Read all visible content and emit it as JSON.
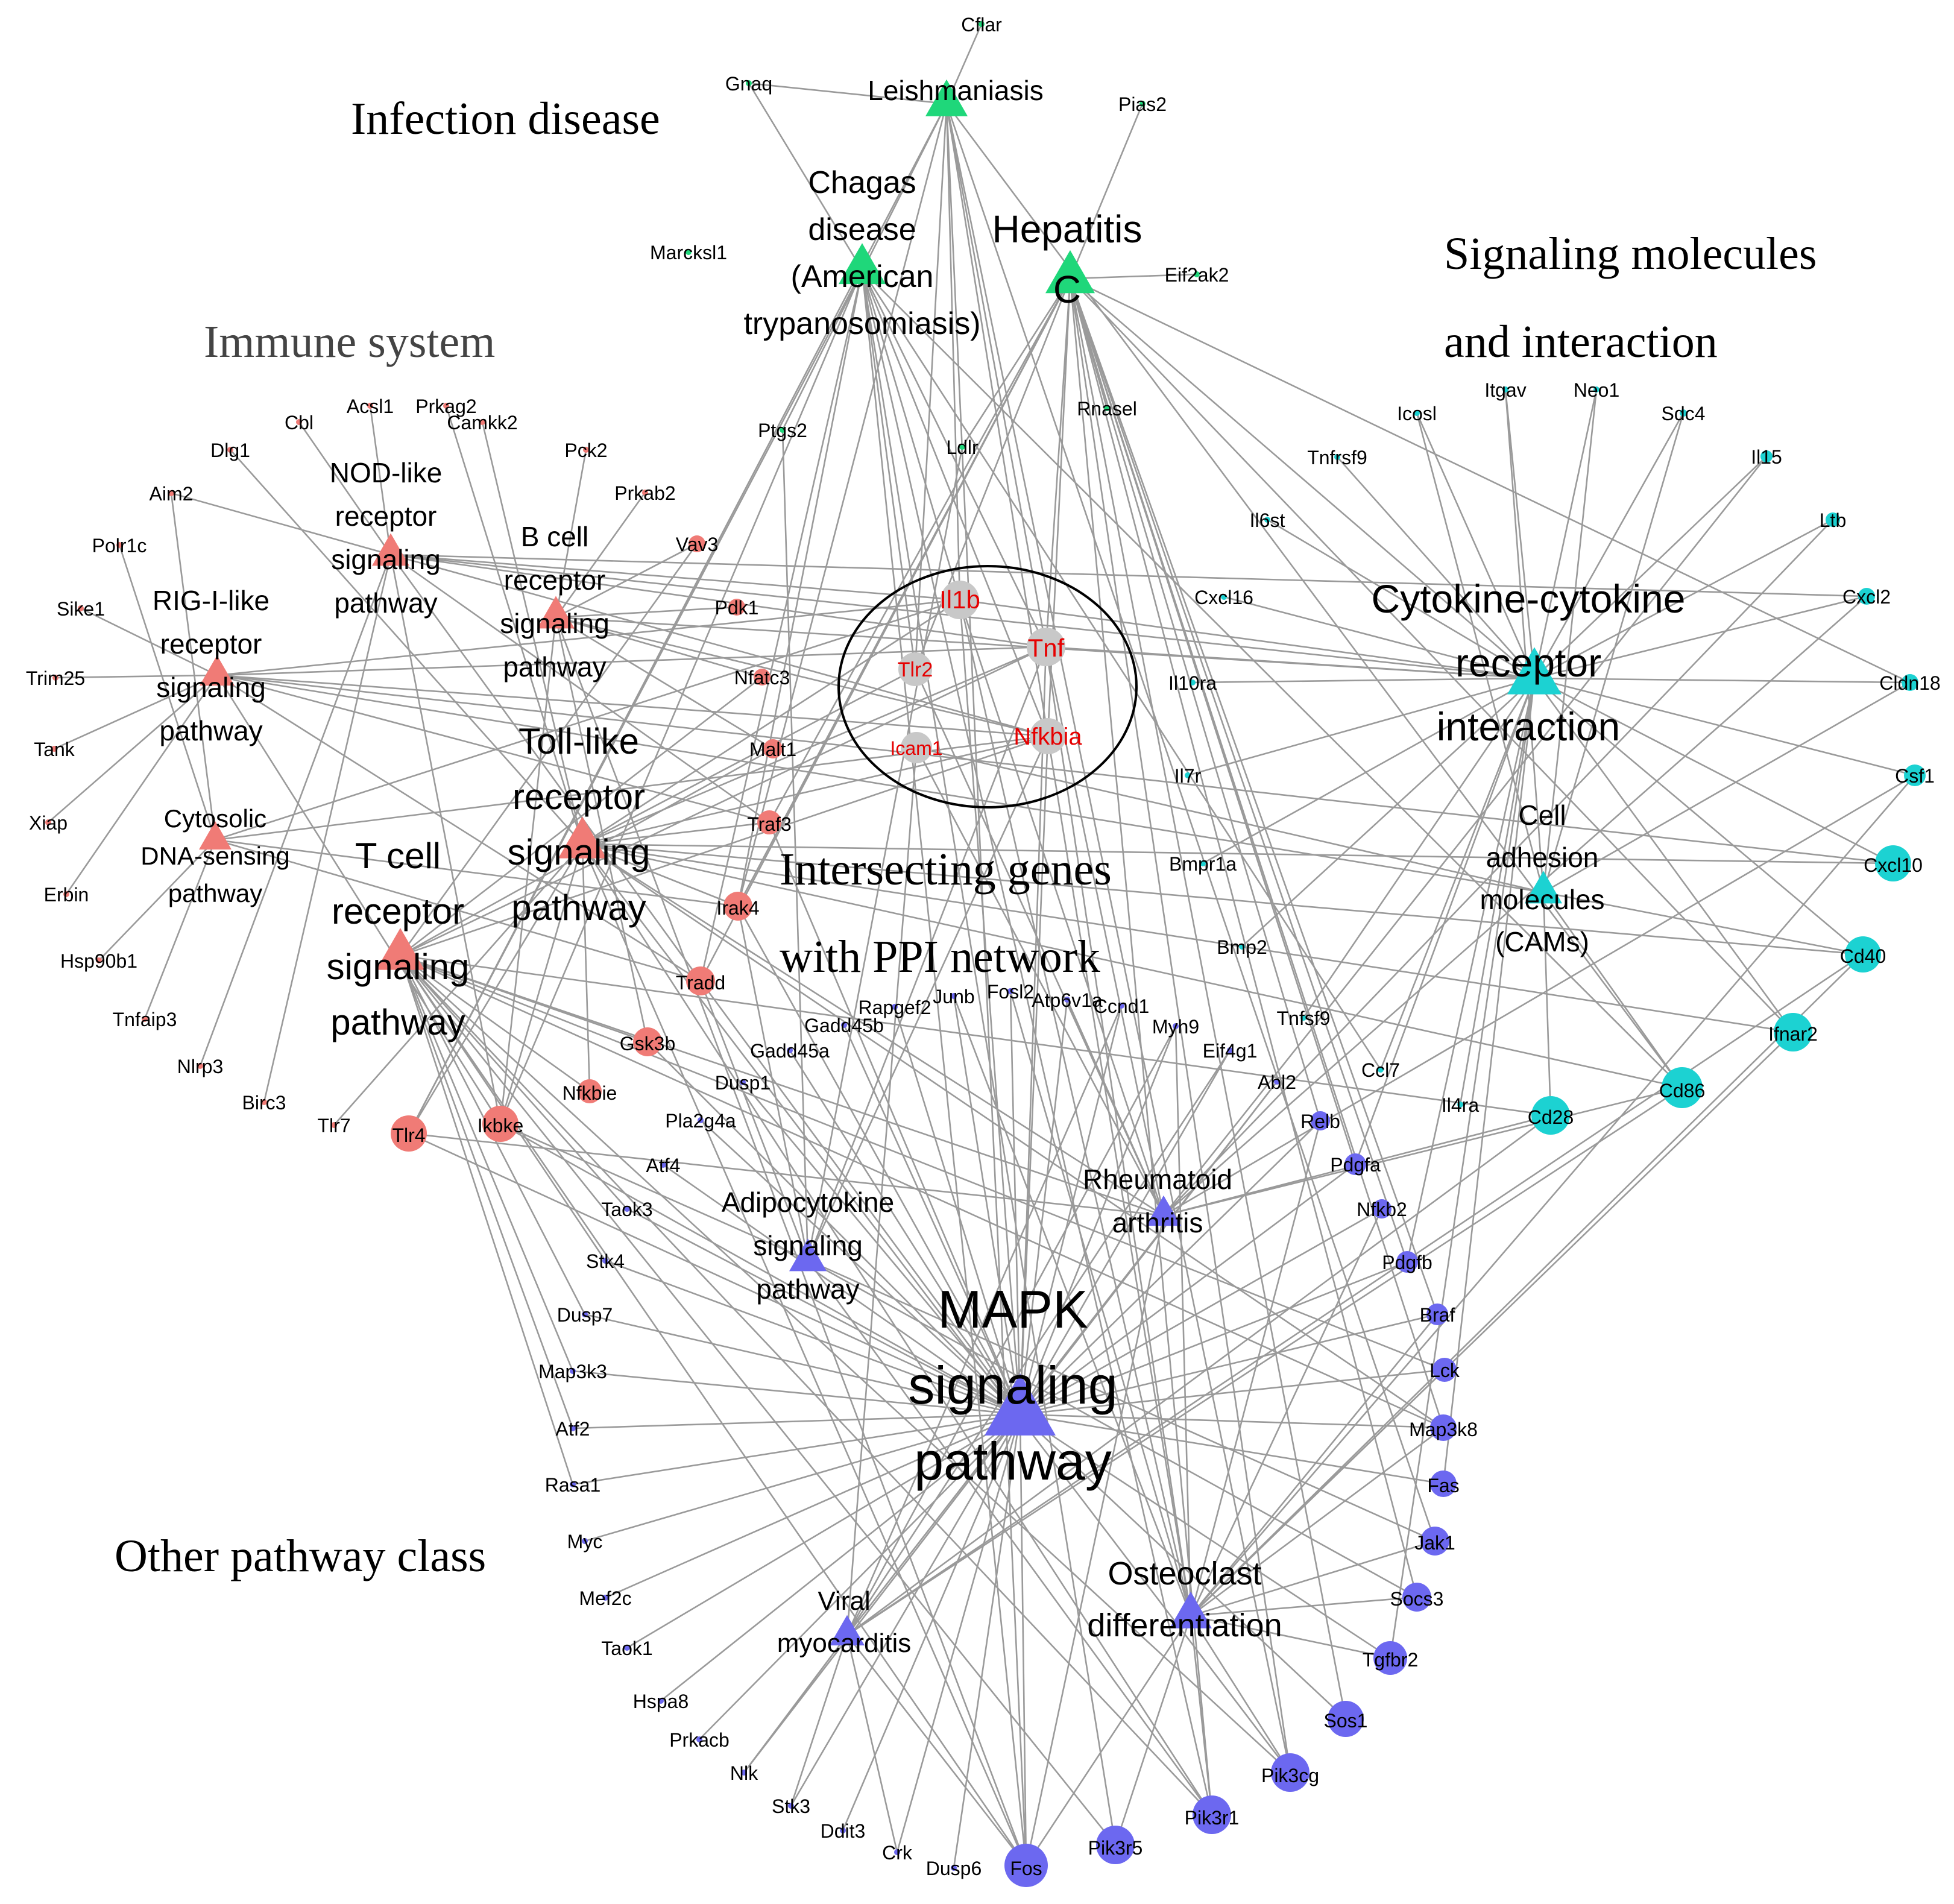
{
  "colors": {
    "immune": "#f07b76",
    "infection": "#1fd77a",
    "signaling": "#1cd2d2",
    "other": "#6c68f0",
    "core": "#c8c8c8",
    "core_text": "#e60000",
    "edge": "#9a9a9a"
  },
  "group_labels": [
    {
      "id": "infection",
      "text": "Infection disease"
    },
    {
      "id": "immune",
      "text": "Immune system"
    },
    {
      "id": "signaling_1",
      "text": "Signaling molecules"
    },
    {
      "id": "signaling_2",
      "text": "and interaction"
    },
    {
      "id": "intersect_1",
      "text": "Intersecting genes"
    },
    {
      "id": "intersect_2",
      "text": "with PPI network"
    },
    {
      "id": "other",
      "text": "Other pathway class"
    }
  ],
  "pathways": [
    {
      "id": "leishmaniasis",
      "group": "infection",
      "lines": [
        "Leishmaniasis"
      ]
    },
    {
      "id": "chagas",
      "group": "infection",
      "lines": [
        "Chagas",
        "disease",
        "(American",
        "trypanosomiasis)"
      ]
    },
    {
      "id": "hepatitis_c",
      "group": "infection",
      "lines": [
        "Hepatitis",
        "C"
      ]
    },
    {
      "id": "nod_like",
      "group": "immune",
      "lines": [
        "NOD-like",
        "receptor",
        "signaling",
        "pathway"
      ]
    },
    {
      "id": "b_cell",
      "group": "immune",
      "lines": [
        "B cell",
        "receptor",
        "signaling",
        "pathway"
      ]
    },
    {
      "id": "rig_i",
      "group": "immune",
      "lines": [
        "RIG-I-like",
        "receptor",
        "signaling",
        "pathway"
      ]
    },
    {
      "id": "cytosolic",
      "group": "immune",
      "lines": [
        "Cytosolic",
        "DNA-sensing",
        "pathway"
      ]
    },
    {
      "id": "toll_like",
      "group": "immune",
      "lines": [
        "Toll-like",
        "receptor",
        "signaling",
        "pathway"
      ]
    },
    {
      "id": "t_cell",
      "group": "immune",
      "lines": [
        "T cell",
        "receptor",
        "signaling",
        "pathway"
      ]
    },
    {
      "id": "cytokine",
      "group": "signaling",
      "lines": [
        "Cytokine-cytokine",
        "receptor",
        "interaction"
      ]
    },
    {
      "id": "cams",
      "group": "signaling",
      "lines": [
        "Cell",
        "adhesion",
        "molecules",
        "(CAMs)"
      ]
    },
    {
      "id": "adipocytokine",
      "group": "other",
      "lines": [
        "Adipocytokine",
        "signaling",
        "pathway"
      ]
    },
    {
      "id": "rheumatoid",
      "group": "other",
      "lines": [
        "Rheumatoid",
        "arthritis"
      ]
    },
    {
      "id": "mapk",
      "group": "other",
      "lines": [
        "MAPK",
        "signaling",
        "pathway"
      ]
    },
    {
      "id": "osteoclast",
      "group": "other",
      "lines": [
        "Osteoclast",
        "differentiation"
      ]
    },
    {
      "id": "viral",
      "group": "other",
      "lines": [
        "Viral",
        "myocarditis"
      ]
    }
  ],
  "core_genes": [
    "Il1b",
    "Tnf",
    "Tlr2",
    "Icam1",
    "Nfkbia"
  ],
  "infection_genes": [
    "Cflar",
    "Gnaq",
    "Pias2",
    "Marcksl1",
    "Eif2ak2",
    "Rnasel",
    "Ptgs2",
    "Ldlr"
  ],
  "immune_genes": [
    "Acsl1",
    "Prkag2",
    "Camkk2",
    "Cbl",
    "Dlg1",
    "Pck2",
    "Aim2",
    "Prkab2",
    "Polr1c",
    "Vav3",
    "Sike1",
    "Pdk1",
    "Trim25",
    "Nfatc3",
    "Tank",
    "Malt1",
    "Xiap",
    "Traf3",
    "Erbin",
    "Irak4",
    "Hsp90b1",
    "Tradd",
    "Tnfaip3",
    "Gsk3b",
    "Nlrp3",
    "Birc3",
    "Tlr7",
    "Tlr4",
    "Ikbke",
    "Nfkbie"
  ],
  "signaling_genes": [
    "Icosl",
    "Itgav",
    "Neo1",
    "Sdc4",
    "Tnfrsf9",
    "Il15",
    "Il6st",
    "Ltb",
    "Cxcl16",
    "Cxcl2",
    "Il10ra",
    "Cldn18",
    "Csf1",
    "Il7r",
    "Bmpr1a",
    "Cxcl10",
    "Bmp2",
    "Cd40",
    "Ifnar2",
    "Tnfsf9",
    "Ccl7",
    "Cd86",
    "Il4ra",
    "Cd28"
  ],
  "other_genes": [
    "Rapgef2",
    "Junb",
    "Fosl2",
    "Atp6v1a",
    "Ccnd1",
    "Gadd45b",
    "Myh9",
    "Gadd45a",
    "Eif4g1",
    "Dusp1",
    "Abl2",
    "Pla2g4a",
    "Relb",
    "Atf4",
    "Pdgfa",
    "Taok3",
    "Nfkb2",
    "Stk4",
    "Pdgfb",
    "Dusp7",
    "Braf",
    "Map3k3",
    "Lck",
    "Atf2",
    "Map3k8",
    "Rasa1",
    "Fas",
    "Myc",
    "Jak1",
    "Mef2c",
    "Socs3",
    "Taok1",
    "Tgfbr2",
    "Hspa8",
    "Sos1",
    "Prkacb",
    "Nlk",
    "Pik3cg",
    "Stk3",
    "Ddit3",
    "Pik3r1",
    "Crk",
    "Pik3r5",
    "Dusp6",
    "Fos"
  ]
}
